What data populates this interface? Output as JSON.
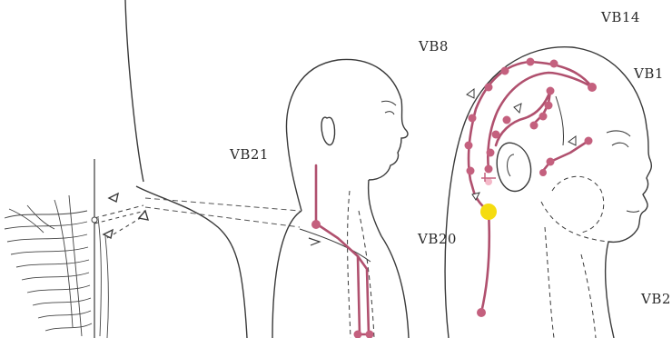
{
  "labels": {
    "vb14": "VB14",
    "vb8": "VB8",
    "vb1": "VB1",
    "vb21": "VB21",
    "vb20": "VB20",
    "vb2": "VB2"
  },
  "colors": {
    "meridian": "#b0506e",
    "point": "#c4607e",
    "highlight": "#f5dc10",
    "outline": "#3a3a3a",
    "dash": "#555555",
    "paper": "#ffffff"
  }
}
